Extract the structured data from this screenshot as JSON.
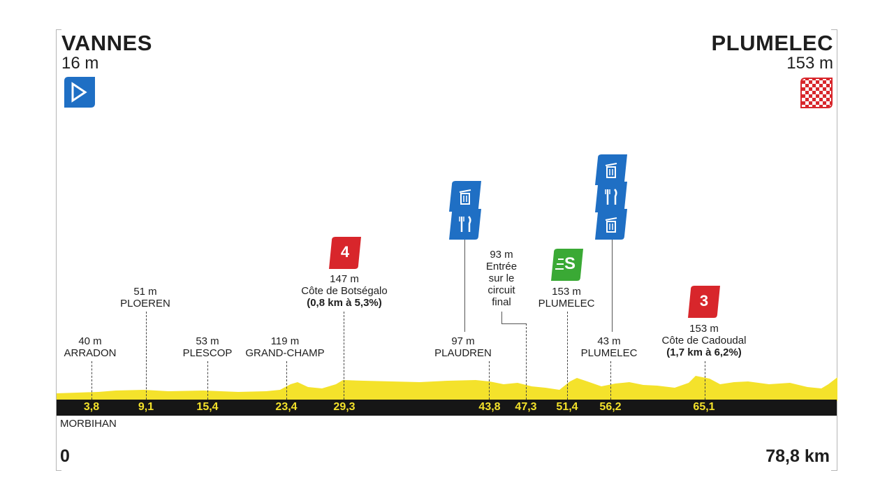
{
  "start": {
    "name": "VANNES",
    "altitude": "16 m",
    "flag": "start-flag-icon",
    "color": "#1f6fc4"
  },
  "finish": {
    "name": "PLUMELEC",
    "altitude": "153 m",
    "flag": "finish-checkered-flag-icon",
    "color": "#d8262b"
  },
  "region": "MORBIHAN",
  "distance_start": "0",
  "distance_total": "78,8 km",
  "colors": {
    "profile": "#f4e22b",
    "band": "#161616",
    "climb": "#d8262b",
    "sprint": "#3aa935",
    "service": "#1f6fc4"
  },
  "waypoints": [
    {
      "alt": "40 m",
      "name": "ARRADON",
      "km": "3,8"
    },
    {
      "alt": "51 m",
      "name": "PLOEREN",
      "km": "9,1"
    },
    {
      "alt": "53 m",
      "name": "PLESCOP",
      "km": "15,4"
    },
    {
      "alt": "119 m",
      "name": "GRAND-CHAMP",
      "km": "23,4"
    },
    {
      "alt": "147 m",
      "name": "Côte de Botségalo",
      "detail": "(0,8 km à 5,3%)",
      "km": "29,3",
      "category": "4"
    },
    {
      "alt": "97 m",
      "name": "PLAUDREN",
      "km": "43,8"
    },
    {
      "alt": "93 m",
      "name_lines": [
        "Entrée",
        "sur le",
        "circuit",
        "final"
      ],
      "km": "47,3"
    },
    {
      "alt": "153 m",
      "name": "PLUMELEC",
      "km": "51,4",
      "sprint": "S"
    },
    {
      "alt": "43 m",
      "name": "PLUMELEC",
      "km": "56,2"
    },
    {
      "alt": "153 m",
      "name": "Côte de Cadoudal",
      "detail": "(1,7 km à 6,2%)",
      "km": "65,1",
      "category": "3"
    }
  ],
  "service_icons": {
    "first": [
      "bin-icon",
      "feed-zone-icon"
    ],
    "second": [
      "bin-icon",
      "feed-zone-icon",
      "bin-icon"
    ]
  }
}
